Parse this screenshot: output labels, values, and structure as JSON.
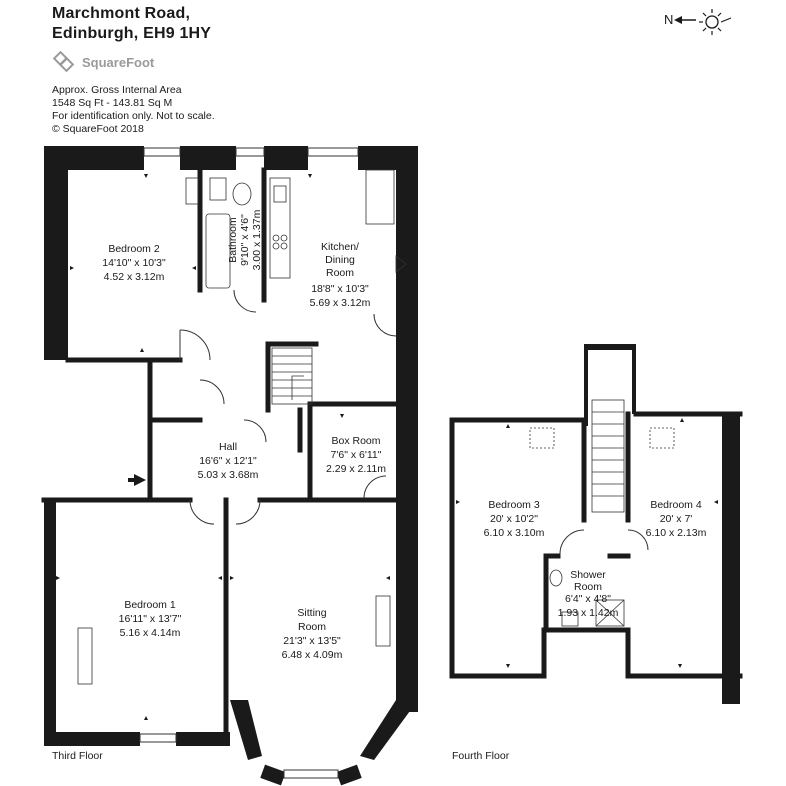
{
  "header": {
    "address_line1": "Marchmont Road,",
    "address_line2": "Edinburgh, EH9 1HY"
  },
  "logo": {
    "text": "SquareFoot"
  },
  "info": {
    "line1": "Approx. Gross Internal Area",
    "line2": "1548 Sq Ft  -  143.81 Sq M",
    "line3": "For identification only. Not to scale.",
    "line4": "© SquareFoot 2018"
  },
  "compass": {
    "letter": "N"
  },
  "floors": {
    "third": "Third Floor",
    "fourth": "Fourth Floor"
  },
  "rooms": {
    "bedroom2": {
      "name": "Bedroom 2",
      "imperial": "14'10\" x 10'3\"",
      "metric": "4.52 x 3.12m"
    },
    "bathroom": {
      "name": "Bathroom",
      "imperial": "9'10\" x 4'6\"",
      "metric": "3.00 x 1.37m"
    },
    "kitchen": {
      "name1": "Kitchen/",
      "name2": "Dining",
      "name3": "Room",
      "imperial": "18'8\" x 10'3\"",
      "metric": "5.69 x 3.12m"
    },
    "hall": {
      "name": "Hall",
      "imperial": "16'6\" x 12'1\"",
      "metric": "5.03 x 3.68m"
    },
    "boxroom": {
      "name": "Box Room",
      "imperial": "7'6\" x 6'11\"",
      "metric": "2.29 x 2.11m"
    },
    "bedroom1": {
      "name": "Bedroom 1",
      "imperial": "16'11\" x 13'7\"",
      "metric": "5.16 x 4.14m"
    },
    "sitting": {
      "name1": "Sitting",
      "name2": "Room",
      "imperial": "21'3\" x 13'5\"",
      "metric": "6.48 x 4.09m"
    },
    "bedroom3": {
      "name": "Bedroom 3",
      "imperial": "20' x 10'2\"",
      "metric": "6.10 x 3.10m"
    },
    "bedroom4": {
      "name": "Bedroom 4",
      "imperial": "20' x 7'",
      "metric": "6.10 x 2.13m"
    },
    "shower": {
      "name1": "Shower",
      "name2": "Room",
      "imperial": "6'4\" x 4'8\"",
      "metric": "1.93 x 1.42m"
    }
  },
  "colors": {
    "wall": "#1a1a1a",
    "line": "#333333",
    "logo": "#9a9a9a"
  }
}
